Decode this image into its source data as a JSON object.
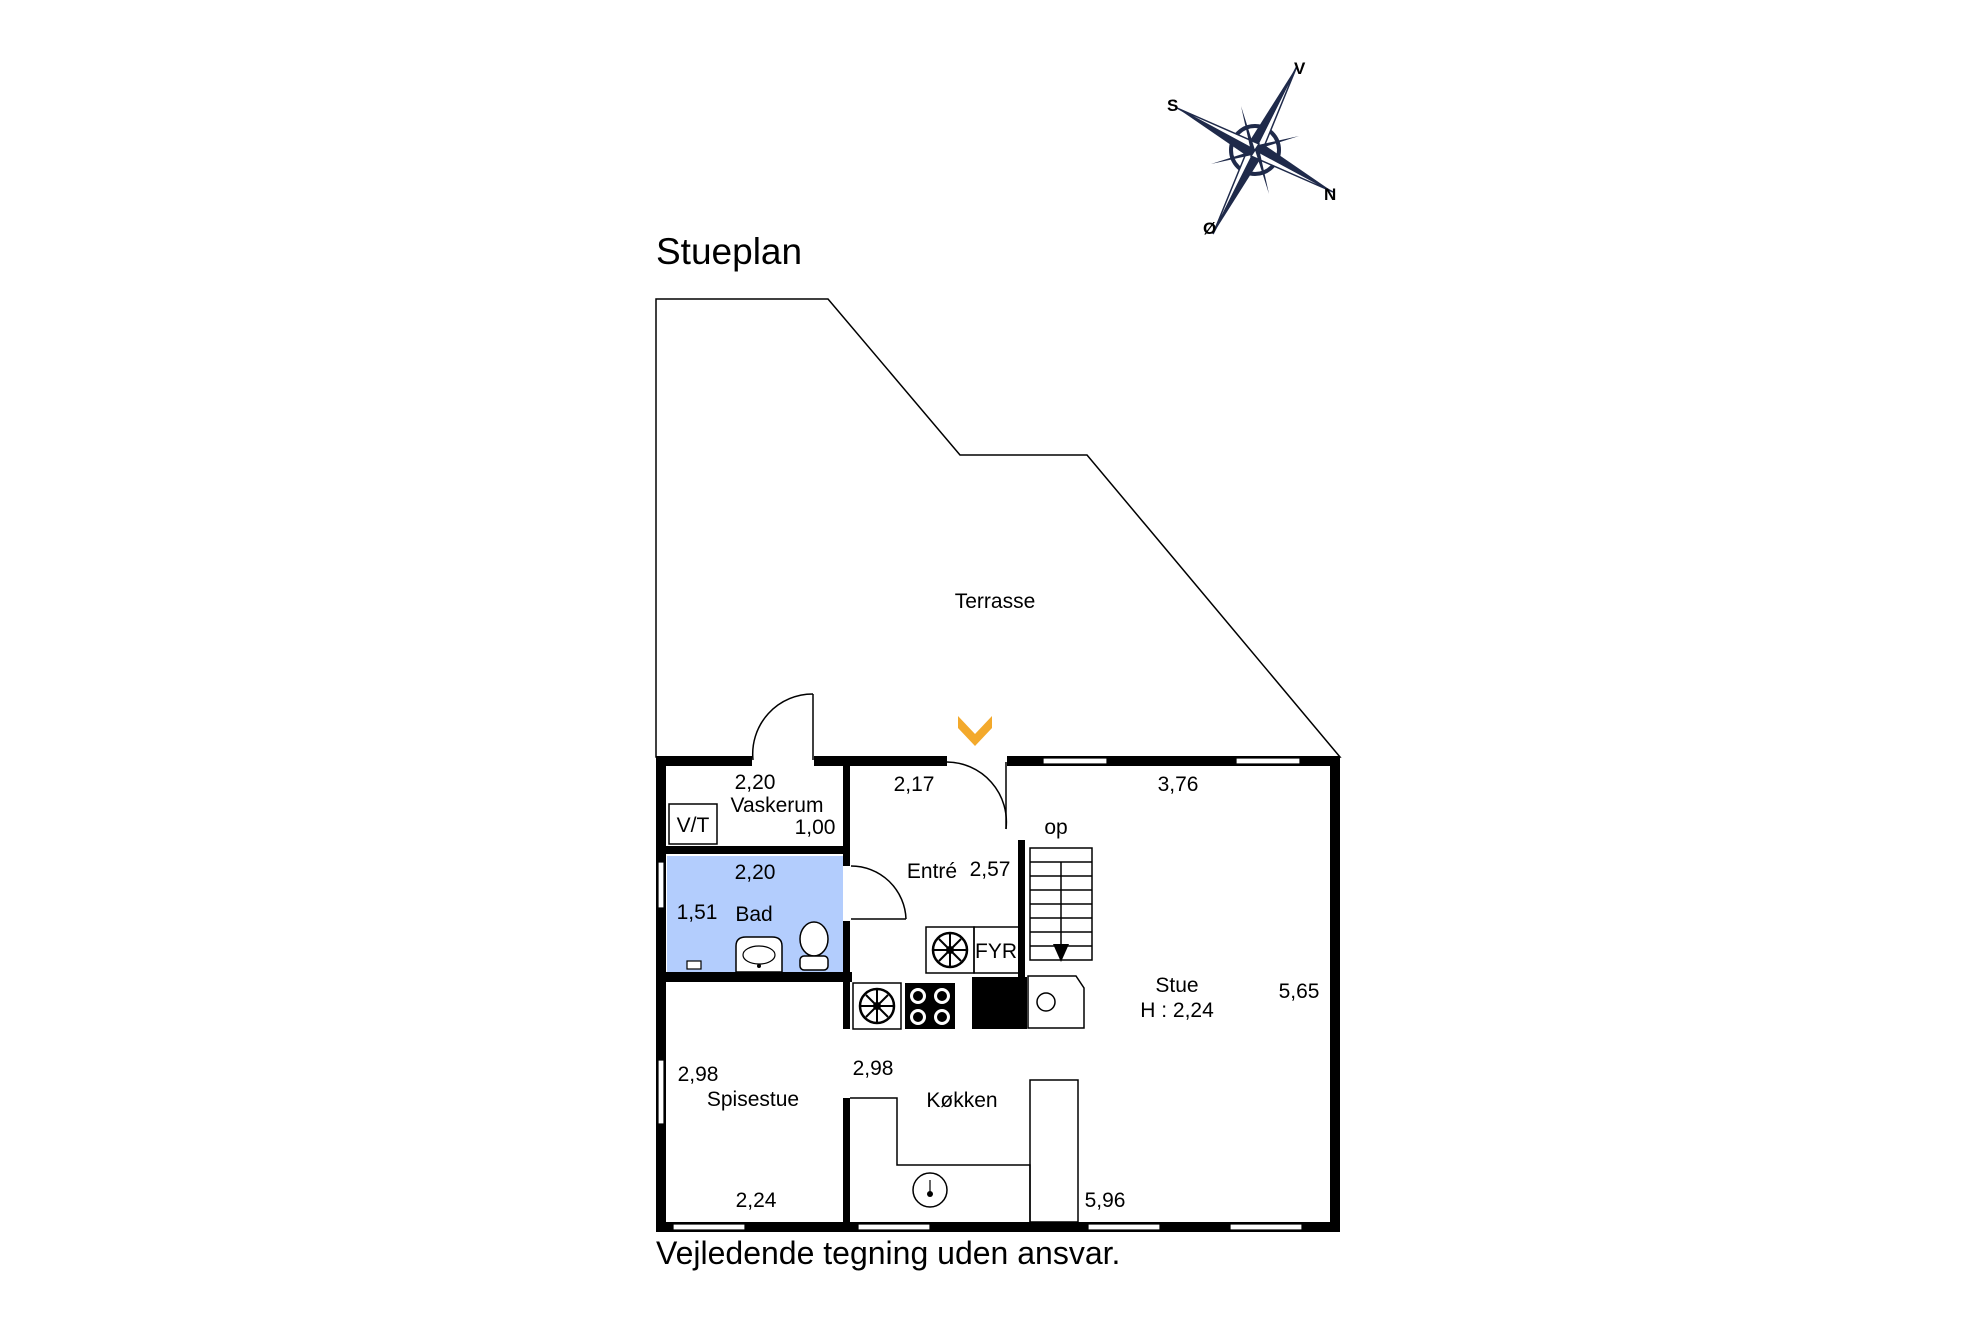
{
  "title": "Stueplan",
  "footer": "Vejledende tegning uden ansvar.",
  "compass": {
    "north": "N",
    "south": "S",
    "east": "Ø",
    "west": "V"
  },
  "colors": {
    "bathroom": "#b3cdfd",
    "entrance_marker": "#f3a92b",
    "wall": "#000000",
    "compass": "#1f2a4a"
  },
  "rooms": {
    "terrace": {
      "name": "Terrasse"
    },
    "laundry": {
      "name": "Vaskerum",
      "width": "2,20",
      "depth": "1,00",
      "fixture": "V/T"
    },
    "bathroom": {
      "name": "Bad",
      "width": "2,20",
      "depth": "1,51"
    },
    "entrance": {
      "name": "Entré",
      "width": "2,17",
      "depth": "2,57",
      "fixture": "FYR"
    },
    "living": {
      "name": "Stue",
      "height": "H : 2,24",
      "width": "3,76",
      "depth": "5,65",
      "stairs": "op"
    },
    "dining": {
      "name": "Spisestue",
      "width": "2,24",
      "depth": "2,98"
    },
    "kitchen": {
      "name": "Køkken",
      "width": "5,96",
      "depth": "2,98"
    }
  }
}
